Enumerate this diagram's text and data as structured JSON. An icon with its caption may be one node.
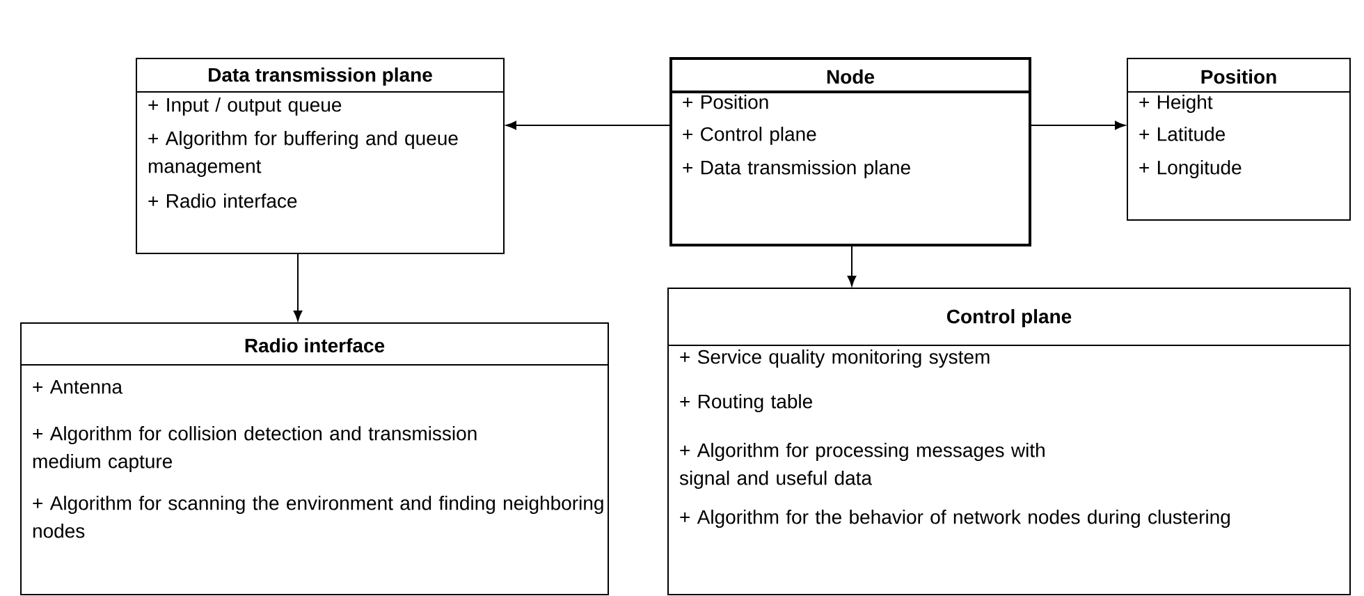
{
  "diagram": {
    "nodes": [
      {
        "text": [
          "Data transmission plane",
          "+ Input / output queue",
          "+ Algorithm for buffering and queue management",
          "+ Radio interface"
        ]
      },
      {
        "text": [
          "Node",
          "+ Position",
          "+ Control plane",
          "+ Data transmission plane"
        ]
      },
      {
        "text": [
          "Position",
          "+ Height",
          "+ Latitude",
          "+ Longitude"
        ]
      },
      {
        "text": [
          "Radio interface",
          "+ Antenna",
          "+ Algorithm for collision detection and transmission medium capture",
          "+ Algorithm for scanning the environment and finding neighboring nodes"
        ]
      },
      {
        "text": [
          "Control plane",
          "+ Service quality monitoring system",
          "+ Routing table",
          "+ Algorithm for processing messages with signal and useful data",
          "+ Algorithm for the behavior of network nodes during clustering"
        ]
      }
    ],
    "edges": [
      {
        "from": 1,
        "to": 0,
        "arrow": "to"
      },
      {
        "from": 1,
        "to": 2,
        "arrow": "to"
      },
      {
        "from": 1,
        "to": 4,
        "arrow": "to"
      },
      {
        "from": 0,
        "to": 3,
        "arrow": "to"
      }
    ]
  }
}
